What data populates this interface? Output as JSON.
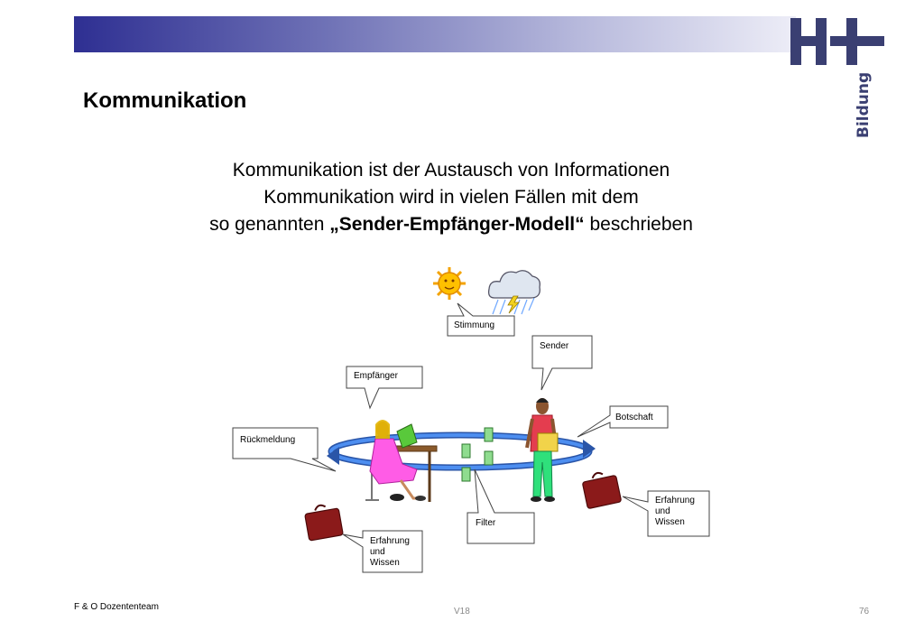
{
  "header": {
    "logo_text": "H+",
    "logo_sub": "Bildung"
  },
  "slide": {
    "title": "Kommunikation",
    "intro": {
      "line1": "Kommunikation ist der Austausch von Informationen",
      "line2": "Kommunikation wird in vielen Fällen mit dem",
      "line3_pre": "so genannten ",
      "line3_bold": "„Sender-Empfänger-Modell“",
      "line3_post": " beschrieben"
    }
  },
  "diagram": {
    "labels": {
      "stimmung": "Stimmung",
      "sender": "Sender",
      "empfaenger": "Empfänger",
      "botschaft": "Botschaft",
      "rueckmeldung": "Rückmeldung",
      "filter": "Filter",
      "erfahrung_right": [
        "Erfahrung",
        "und",
        "Wissen"
      ],
      "erfahrung_left": [
        "Erfahrung",
        "und",
        "Wissen"
      ]
    }
  },
  "footer": {
    "left": "F & O Dozententeam",
    "center": "V18",
    "page": "76"
  },
  "colors": {
    "banner_dark": "#2e2f92",
    "logo": "#3a3f72",
    "arrow_blue": "#3b74d4",
    "suitcase": "#8b1a1a",
    "filter_green": "#8fdc8f"
  }
}
